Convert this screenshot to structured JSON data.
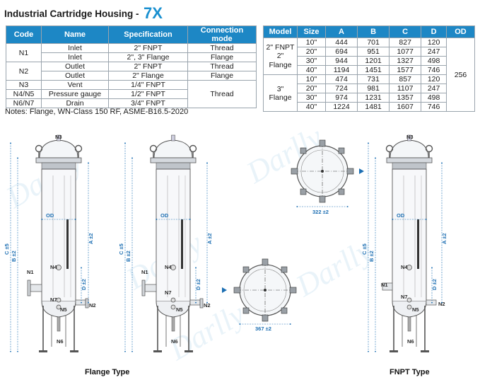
{
  "title": {
    "text": "Industrial Cartridge Housing -",
    "model": "7X"
  },
  "connections": {
    "headers": [
      "Code",
      "Name",
      "Specification",
      "Connection mode"
    ],
    "rows": [
      {
        "code": "N1",
        "name": "Inlet",
        "spec": "2\" FNPT",
        "mode": "Thread"
      },
      {
        "code": "",
        "name": "Inlet",
        "spec": "2\", 3\" Flange",
        "mode": "Flange"
      },
      {
        "code": "N2",
        "name": "Outlet",
        "spec": "2\" FNPT",
        "mode": "Thread"
      },
      {
        "code": "",
        "name": "Outlet",
        "spec": "2\" Flange",
        "mode": "Flange"
      },
      {
        "code": "N3",
        "name": "Vent",
        "spec": "1/4\" FNPT",
        "mode": ""
      },
      {
        "code": "N4/N5",
        "name": "Pressure gauge",
        "spec": "1/2\" FNPT",
        "mode": "Thread"
      },
      {
        "code": "N6/N7",
        "name": "Drain",
        "spec": "3/4\" FNPT",
        "mode": ""
      }
    ]
  },
  "sizes": {
    "headers": [
      "Model",
      "Size",
      "A",
      "B",
      "C",
      "D",
      "OD"
    ],
    "group1_label": [
      "2\" FNPT",
      "2\" Flange"
    ],
    "group2_label": "3\" Flange",
    "od": "256",
    "group1": [
      {
        "size": "10\"",
        "a": "444",
        "b": "701",
        "c": "827",
        "d": "120"
      },
      {
        "size": "20\"",
        "a": "694",
        "b": "951",
        "c": "1077",
        "d": "247"
      },
      {
        "size": "30\"",
        "a": "944",
        "b": "1201",
        "c": "1327",
        "d": "498"
      },
      {
        "size": "40\"",
        "a": "1194",
        "b": "1451",
        "c": "1577",
        "d": "746"
      }
    ],
    "group2": [
      {
        "size": "10\"",
        "a": "474",
        "b": "731",
        "c": "857",
        "d": "120"
      },
      {
        "size": "20\"",
        "a": "724",
        "b": "981",
        "c": "1107",
        "d": "247"
      },
      {
        "size": "30\"",
        "a": "974",
        "b": "1231",
        "c": "1357",
        "d": "498"
      },
      {
        "size": "40\"",
        "a": "1224",
        "b": "1481",
        "c": "1607",
        "d": "746"
      }
    ]
  },
  "notes": "Notes: Flange, WN-Class 150 RF, ASME-B16.5-2020",
  "drawings": {
    "labels": {
      "n1": "N1",
      "n2": "N2",
      "n3": "N3",
      "n4": "N4",
      "n5": "N5",
      "n6": "N6",
      "n7": "N7",
      "od": "OD",
      "a": "A ±2",
      "b": "B ±2",
      "c": "C ±5",
      "d": "D ±2"
    },
    "top_dim_1": "322 ±2",
    "top_dim_2": "367 ±2",
    "caption_flange": "Flange Type",
    "caption_fnpt": "FNPT Type",
    "watermark": "Darlly"
  },
  "colors": {
    "accent": "#1d87c5",
    "dimension": "#1d6fb3"
  }
}
